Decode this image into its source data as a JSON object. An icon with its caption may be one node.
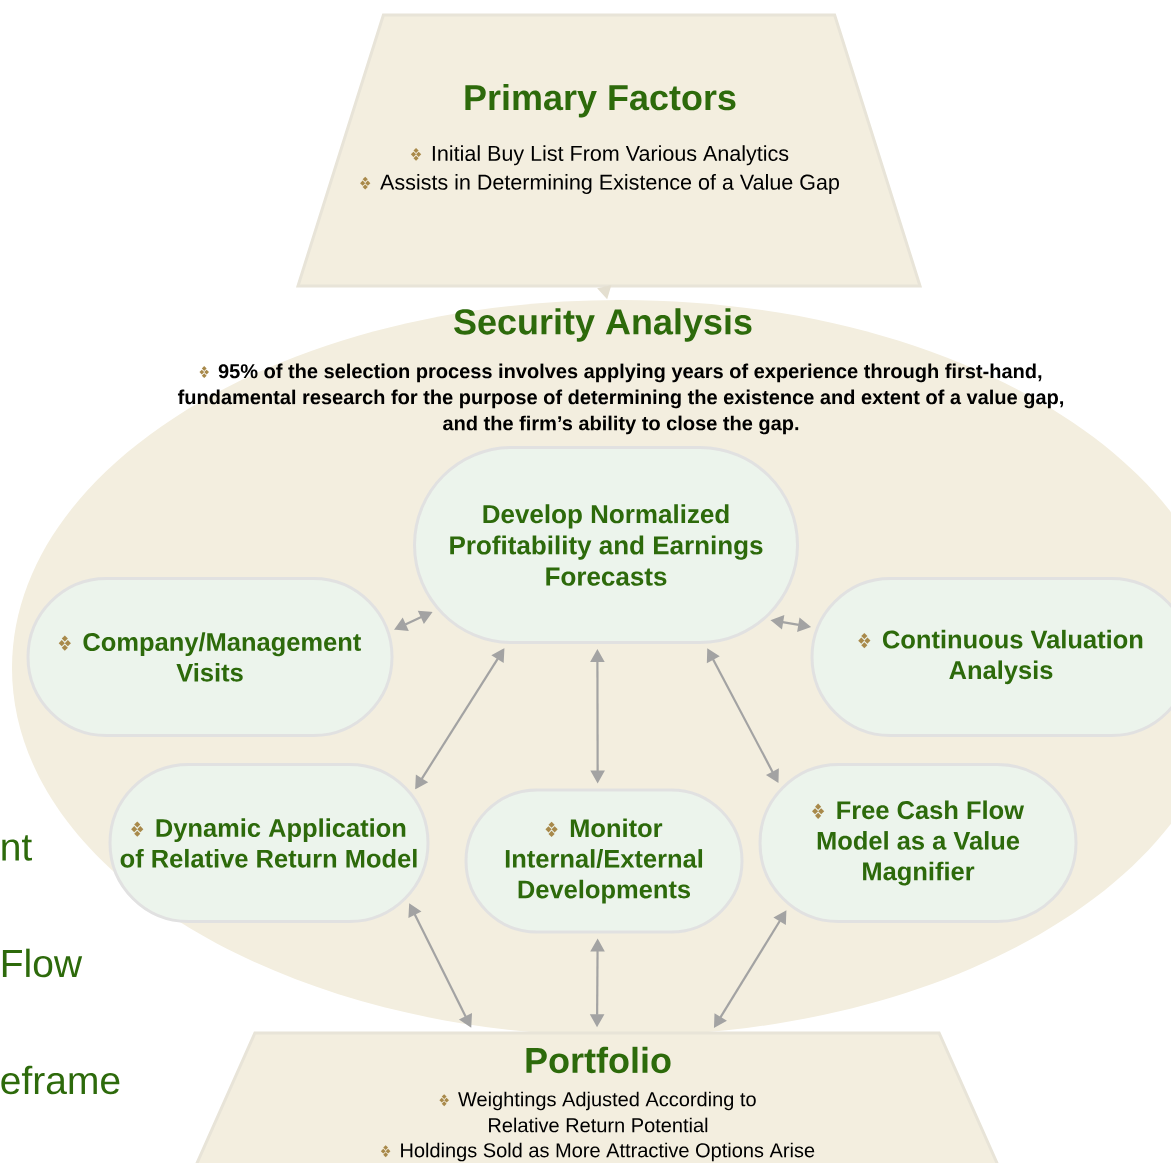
{
  "diagram": {
    "nodes": [
      {
        "text": [
          "Primary Factors",
          "Initial Buy List From Various Analytics",
          "Assists in Determining Existence of a Value Gap"
        ]
      },
      {
        "text": [
          "Security Analysis",
          "95% of the selection process involves applying years of experience through first-hand, fundamental research for the purpose of determining the existence and extent of a value gap, and the firm’s ability to close the gap."
        ]
      },
      {
        "text": [
          "Develop Normalized Profitability and Earnings Forecasts"
        ],
        "in": 1
      },
      {
        "text": [
          "Company/Management Visits"
        ],
        "in": 1
      },
      {
        "text": [
          "Continuous Valuation Analysis"
        ],
        "in": 1
      },
      {
        "text": [
          "Dynamic Application of Relative Return Model"
        ],
        "in": 1
      },
      {
        "text": [
          "Monitor Internal/External Developments"
        ],
        "in": 1
      },
      {
        "text": [
          "Free Cash Flow Model as a Value Magnifier"
        ],
        "in": 1
      },
      {
        "text": [
          "Portfolio",
          "Weightings Adjusted According to Relative Return Potential",
          "Holdings Sold as More Attractive Options Arise"
        ]
      }
    ],
    "edges": [
      {
        "from": 0,
        "to": 1,
        "arrow": "to",
        "color": "#e4dfd0"
      },
      {
        "from": 3,
        "to": 2,
        "arrow": "both"
      },
      {
        "from": 2,
        "to": 4,
        "arrow": "both"
      },
      {
        "from": 2,
        "to": 5,
        "arrow": "both"
      },
      {
        "from": 2,
        "to": 6,
        "arrow": "both"
      },
      {
        "from": 2,
        "to": 7,
        "arrow": "both"
      },
      {
        "from": 5,
        "to": 8,
        "arrow": "both"
      },
      {
        "from": 6,
        "to": 8,
        "arrow": "both"
      },
      {
        "from": 7,
        "to": 8,
        "arrow": "both"
      }
    ],
    "labels": [
      "nt",
      "Flow",
      "eframe"
    ]
  }
}
